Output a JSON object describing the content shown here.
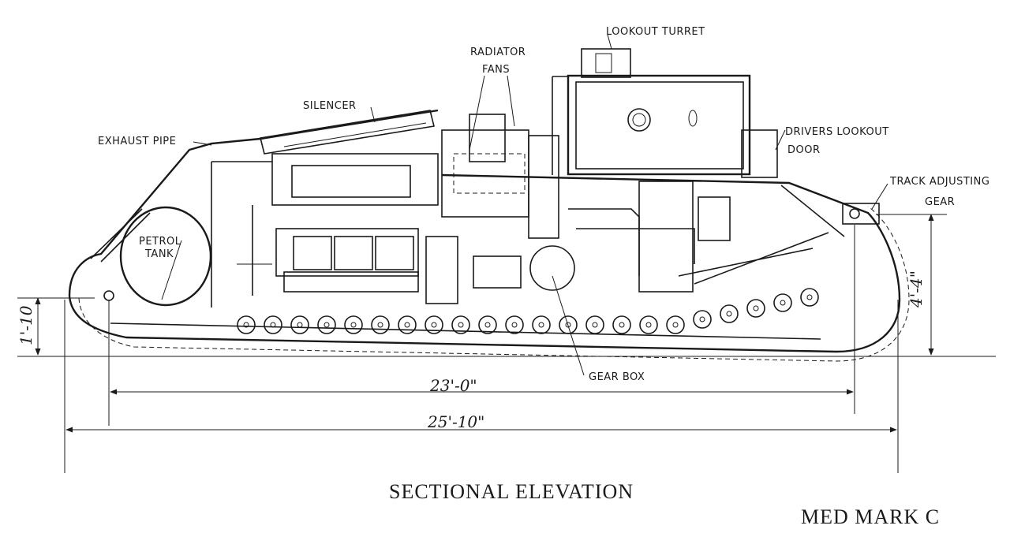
{
  "labels": {
    "lookout_turret": "LOOKOUT TURRET",
    "radiator": "RADIATOR",
    "fans": "FANS",
    "silencer": "SILENCER",
    "exhaust_pipe": "EXHAUST PIPE",
    "drivers_lookout": "DRIVERS LOOKOUT",
    "door": "DOOR",
    "track_adjusting": "TRACK ADJUSTING",
    "gear": "GEAR",
    "petrol": "PETROL",
    "tank": "TANK",
    "gear_box": "GEAR BOX"
  },
  "dimensions": {
    "overall_length": "25'-10\"",
    "track_length": "23'-0\"",
    "height": "4'-4\"",
    "ground_clearance": "1'-10"
  },
  "title": "SECTIONAL ELEVATION",
  "subtitle": "MED MARK C"
}
